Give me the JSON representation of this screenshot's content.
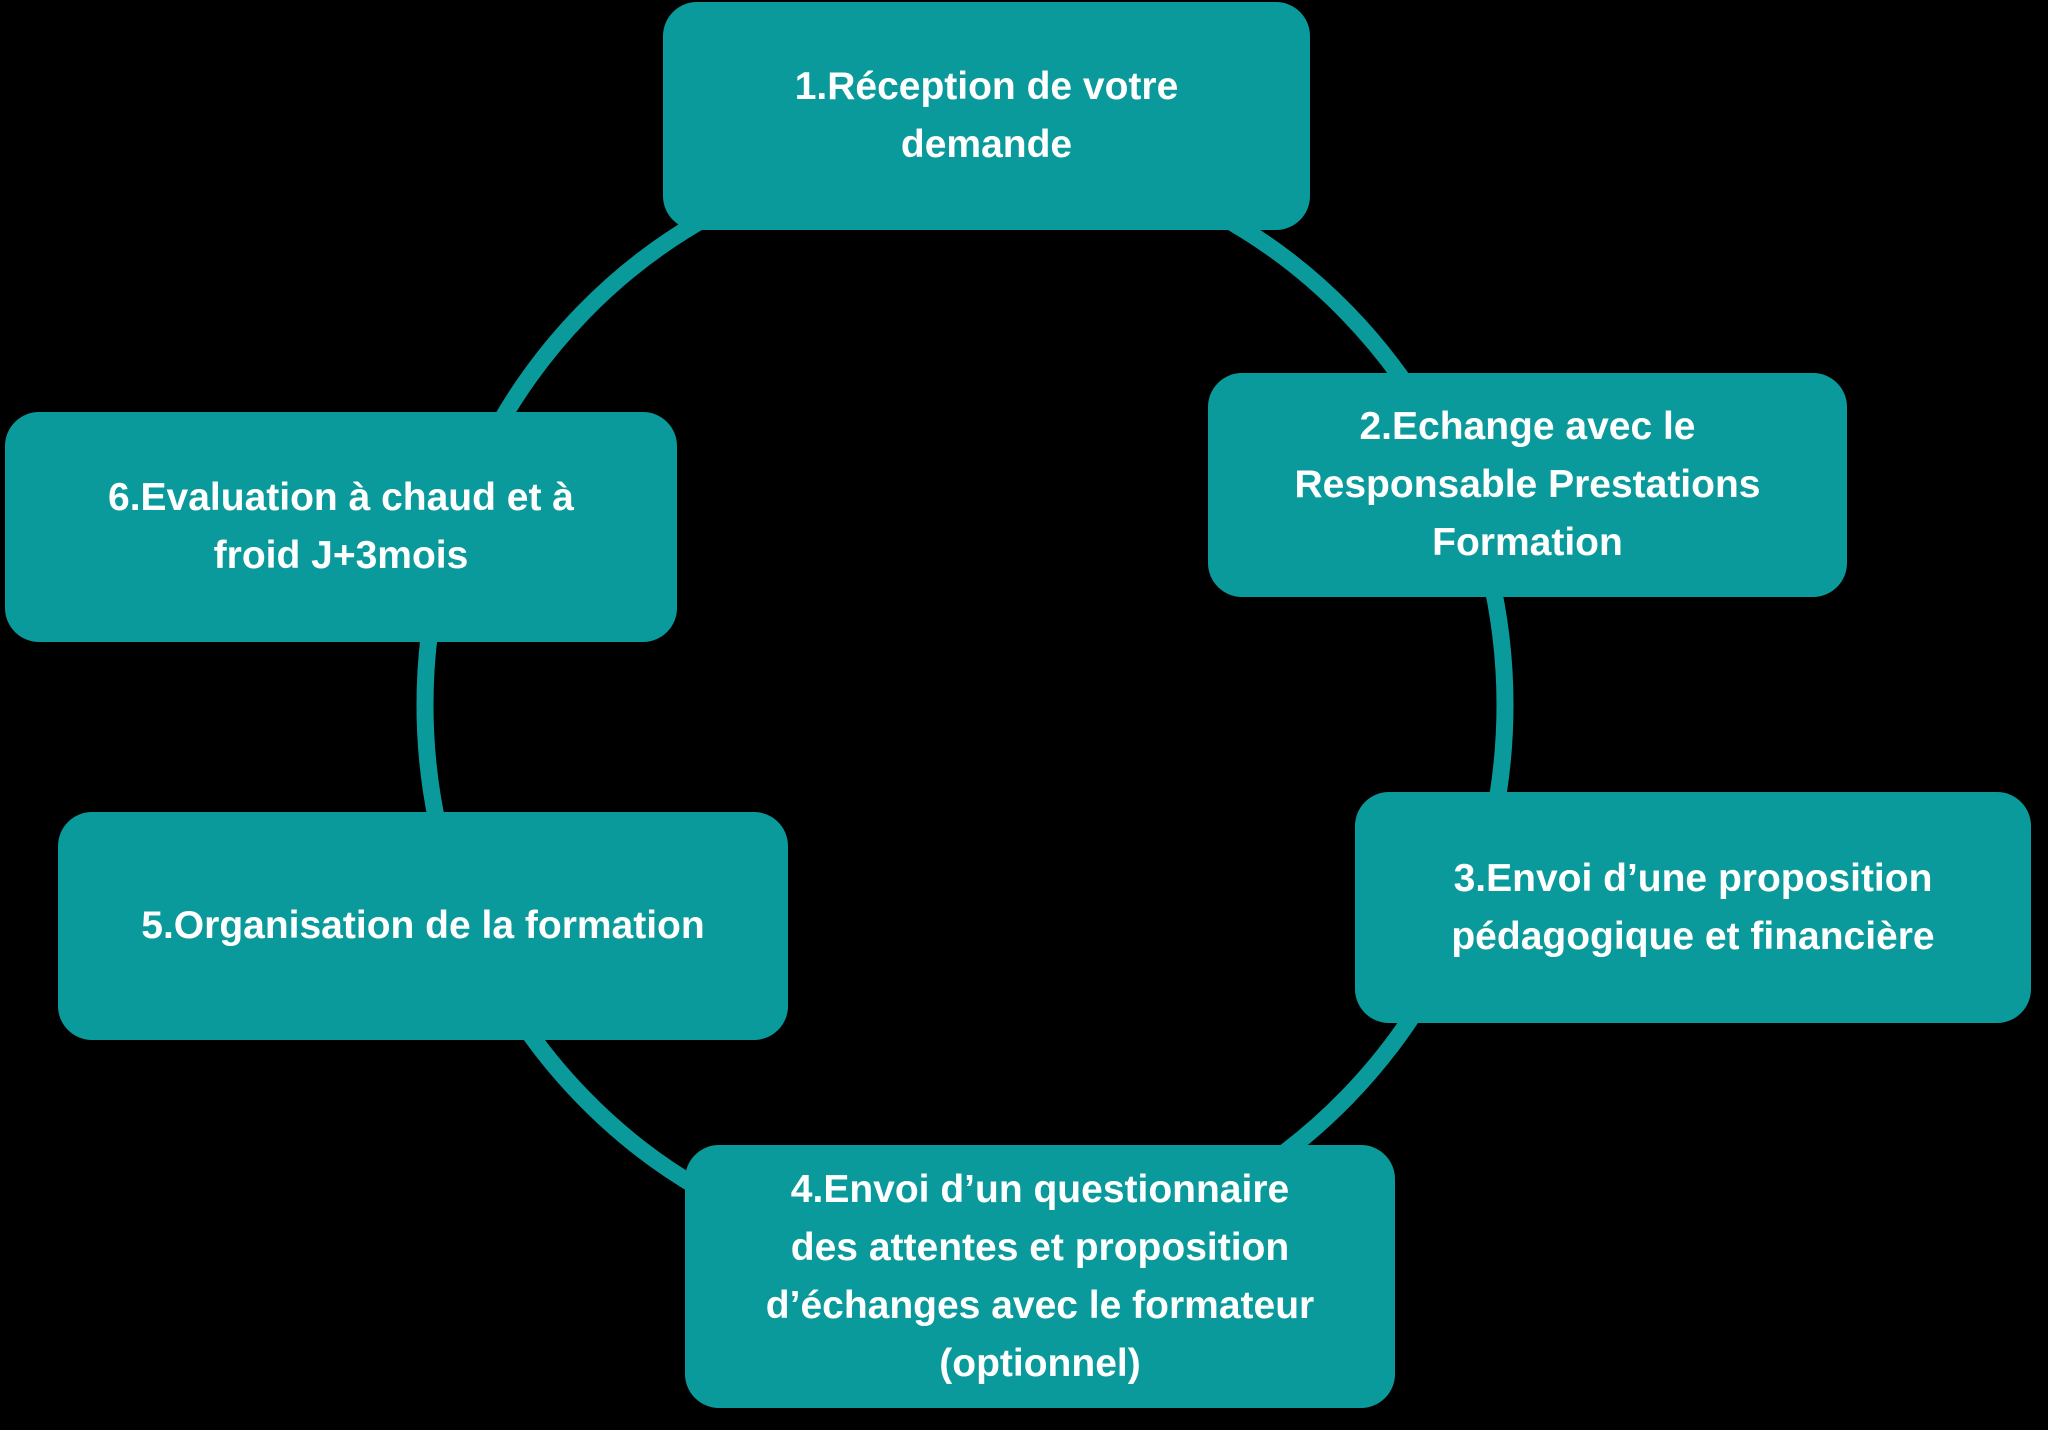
{
  "diagram": {
    "type": "circular-process-cycle",
    "background_color": "#000000",
    "shape_color": "#0B9A9B",
    "text_color": "#FFFFFF",
    "steps": [
      {
        "id": 1,
        "label": "1.Réception de votre demande",
        "lines": [
          "1.Réception de votre",
          "demande"
        ]
      },
      {
        "id": 2,
        "label": "2.Echange avec le Responsable Prestations Formation",
        "lines": [
          "2.Echange avec le",
          "Responsable Prestations",
          "Formation"
        ]
      },
      {
        "id": 3,
        "label": "3.Envoi d’une proposition pédagogique et financière",
        "lines": [
          "3.Envoi d’une proposition",
          "pédagogique et financière"
        ]
      },
      {
        "id": 4,
        "label": "4.Envoi d’un questionnaire des attentes et proposition d’échanges avec le formateur (optionnel)",
        "lines": [
          "4.Envoi d’un questionnaire",
          "des attentes et proposition",
          "d’échanges avec le formateur",
          "(optionnel)"
        ]
      },
      {
        "id": 5,
        "label": "5.Organisation de la formation",
        "lines": [
          "5.Organisation de la formation"
        ]
      },
      {
        "id": 6,
        "label": "6.Evaluation à chaud et à froid J+3mois",
        "lines": [
          "6.Evaluation à chaud et à",
          "froid J+3mois"
        ]
      }
    ]
  }
}
